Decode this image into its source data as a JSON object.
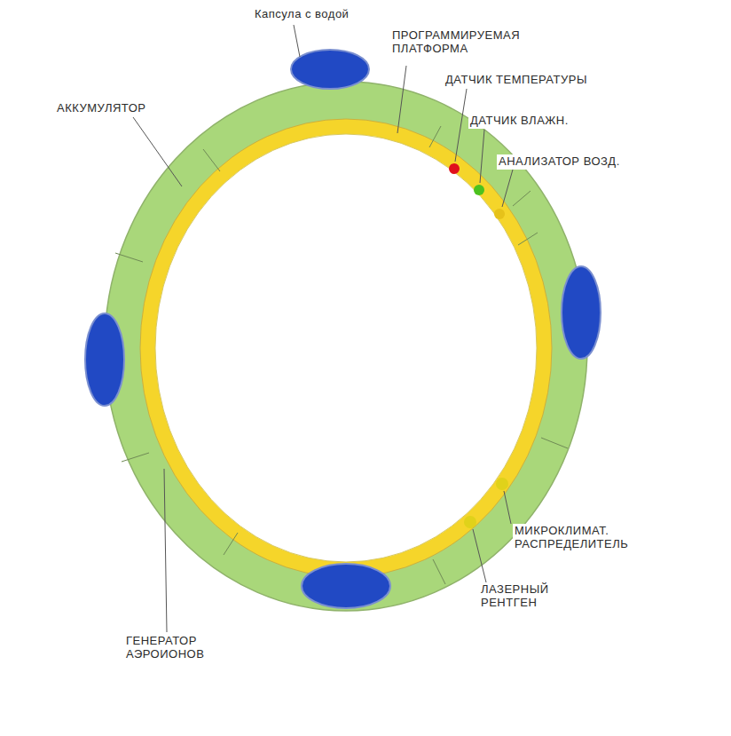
{
  "diagram": {
    "labels": [
      "Капсула с водой",
      "ПРОГРАММИРУЕМАЯ ПЛАТФОРМА",
      "ДАТЧИК ТЕМПЕРАТУРЫ",
      "ДАТЧИК ВЛАЖН.",
      "АНАЛИЗАТОР ВОЗД.",
      "АККУМУЛЯТОР",
      "МИКРОКЛИМАТ. РАСПРЕДЕЛИТЕЛЬ",
      "ЛАЗЕРНЫЙ РЕНТГЕН",
      "ГЕНЕРАТОР АЭРОИОНОВ"
    ]
  }
}
